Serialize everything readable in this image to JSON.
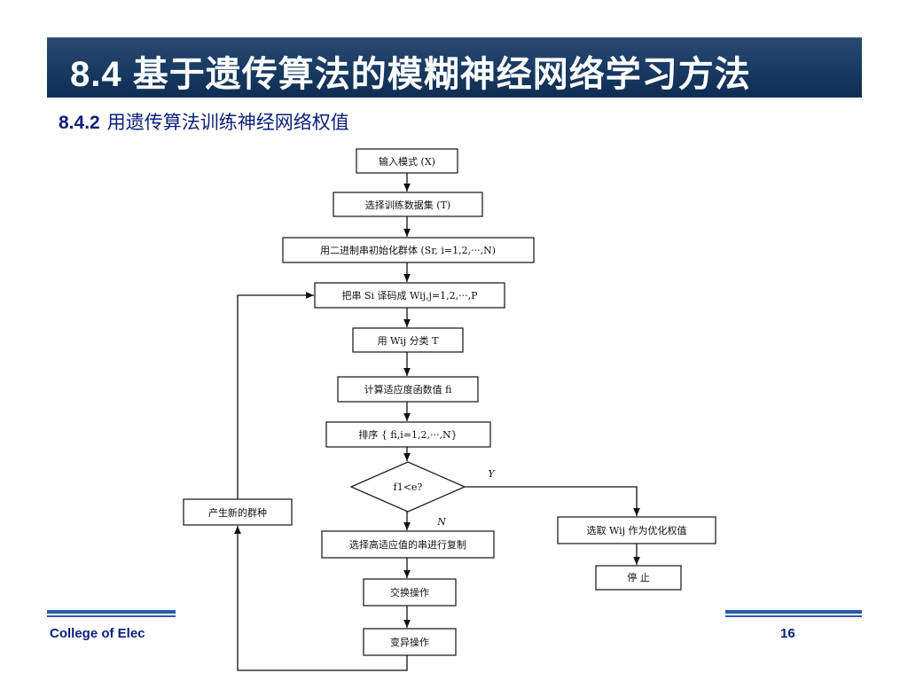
{
  "slide": {
    "title": "8.4  基于遗传算法的模糊神经网络学习方法",
    "subtitle_number": "8.4.2",
    "subtitle_text": "用遗传算法训练神经网络权值",
    "footer_left": "College of Elec",
    "page_number": "16"
  },
  "flowchart": {
    "input": "输入模式 (X)",
    "select_train": "选择训练数据集 (T)",
    "init_pop": "用二进制串初始化群体 (Sr, i=1,2,···,N)",
    "decode": "把串 Si 译码成 Wij,j=1,2,···,P",
    "classify": "用 Wij 分类 T",
    "fitness": "计算适应度函数值 fi",
    "sort": "排序 { fi,i=1,2,···,N}",
    "decision": "f1<e?",
    "yes_label": "Y",
    "no_label": "N",
    "select_best": "选取 Wij 作为优化权值",
    "stop": "停    止",
    "select_copy": "选择高适应值的串进行复制",
    "crossover": "交换操作",
    "mutation": "变异操作",
    "new_pop": "产生新的群种"
  },
  "colors": {
    "title_bg": "#183a62",
    "title_text": "#ffffff",
    "subtitle_text": "#0a1f78",
    "footer_line": "#2d5aa6"
  }
}
